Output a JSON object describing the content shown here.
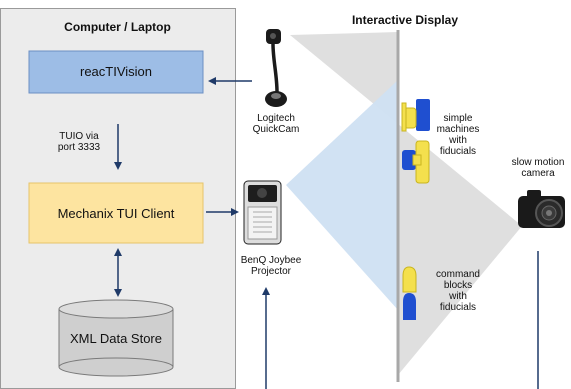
{
  "panel": {
    "title": "Computer / Laptop"
  },
  "display_title": "Interactive Display",
  "components": {
    "reactivision": "reacTIVision",
    "tui_client": "Mechanix TUI Client",
    "data_store": "XML Data Store"
  },
  "labels": {
    "tuio_line1": "TUIO via",
    "tuio_line2": "port 3333",
    "webcam_line1": "Logitech",
    "webcam_line2": "QuickCam",
    "projector_line1": "BenQ Joybee",
    "projector_line2": "Projector",
    "simple_line1": "simple",
    "simple_line2": "machines",
    "simple_line3": "with",
    "simple_line4": "fiducials",
    "command_line1": "command",
    "command_line2": "blocks",
    "command_line3": "with",
    "command_line4": "fiducials",
    "slowmo_line1": "slow motion",
    "slowmo_line2": "camera"
  },
  "colors": {
    "panel_bg": "#ececec",
    "reactivision_fill": "#9dbde6",
    "tui_fill": "#fde4a0",
    "datastore_fill": "#cfcfcf",
    "arrow": "#1f3a68",
    "wall": "#a8a8a8",
    "projection": "#cfe0f2",
    "camera_fov": "#dcdcdc",
    "block_yellow": "#f4e04d",
    "block_blue": "#1f4fd0"
  },
  "icons": {
    "webcam": "webcam-icon",
    "projector": "projector-icon",
    "camera": "camera-icon"
  }
}
